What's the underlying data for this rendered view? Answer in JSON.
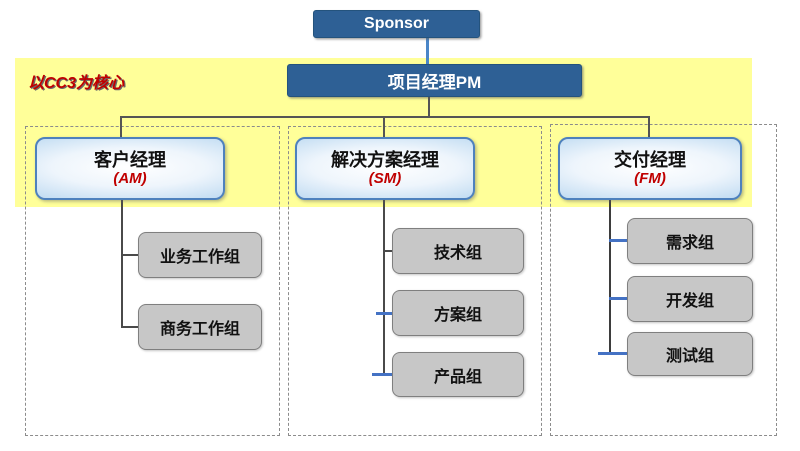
{
  "diagram": {
    "title_note": "以CC3为核心",
    "root": {
      "label": "Sponsor"
    },
    "pm": {
      "label": "项目经理PM"
    },
    "colors": {
      "node_dark_blue": "#2E6095",
      "highlight_yellow": "#FFFF99",
      "accent_red": "#C00000",
      "manager_border_blue": "#4E81BD",
      "group_gray": "#C7C7C7",
      "connector_dark": "#555555",
      "connector_blue": "#4472C4"
    },
    "branches": [
      {
        "manager": {
          "title": "客户经理",
          "abbr": "(AM)"
        },
        "groups": [
          "业务工作组",
          "商务工作组"
        ]
      },
      {
        "manager": {
          "title": "解决方案经理",
          "abbr": "(SM)"
        },
        "groups": [
          "技术组",
          "方案组",
          "产品组"
        ]
      },
      {
        "manager": {
          "title": "交付经理",
          "abbr": "(FM)"
        },
        "groups": [
          "需求组",
          "开发组",
          "测试组"
        ]
      }
    ]
  }
}
